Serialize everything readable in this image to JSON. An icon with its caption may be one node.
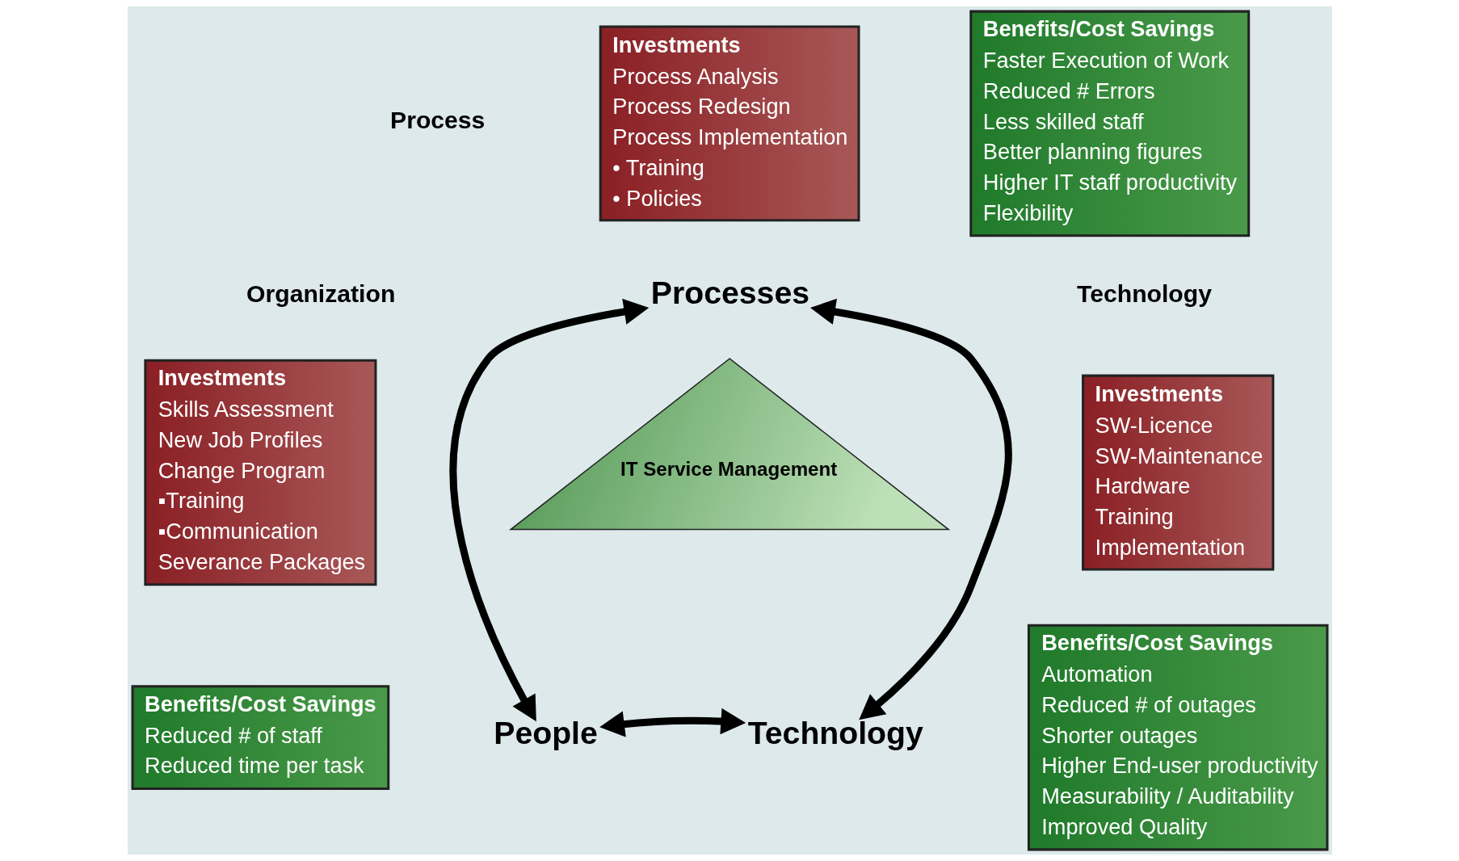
{
  "diagram": {
    "nodes": [
      {
        "text": [
          "Investments",
          "Process Analysis",
          "Process Redesign",
          "Process Implementation",
          "• Training",
          "• Policies"
        ]
      },
      {
        "text": [
          "Benefits/Cost Savings",
          "Faster Execution of Work",
          "Reduced # Errors",
          "Less skilled staff",
          "Better planning figures",
          "Higher IT staff productivity",
          "Flexibility"
        ]
      },
      {
        "text": [
          "Investments",
          "SW-Licence",
          "SW-Maintenance",
          "Hardware",
          "Training",
          "Implementation"
        ]
      },
      {
        "text": [
          "Benefits/Cost Savings",
          "Automation",
          "Reduced # of outages",
          "Shorter outages",
          "Higher End-user productivity",
          "Measurability / Auditability",
          "Improved Quality"
        ]
      },
      {
        "text": [
          "Investments",
          "Skills Assessment",
          "New Job Profiles",
          "Change Program",
          "▪Training",
          "▪Communication",
          "Severance Packages"
        ]
      },
      {
        "text": [
          "Benefits/Cost Savings",
          "Reduced # of staff",
          "Reduced time per task"
        ]
      },
      {
        "text": [
          "Processes"
        ]
      },
      {
        "text": [
          "IT Service Management"
        ]
      },
      {
        "text": [
          "People"
        ]
      },
      {
        "text": [
          "Technology"
        ]
      }
    ],
    "edges": [
      {
        "from": 6,
        "to": 8,
        "arrow": "both"
      },
      {
        "from": 6,
        "to": 9,
        "arrow": "both"
      },
      {
        "from": 8,
        "to": 9,
        "arrow": "both"
      }
    ],
    "labels": [
      "Process",
      "Technology",
      "Organization"
    ]
  }
}
